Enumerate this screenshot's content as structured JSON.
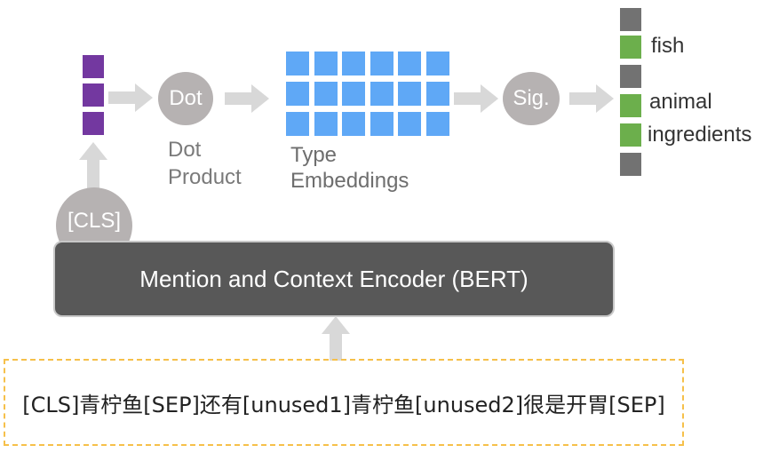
{
  "nodes": {
    "dot_circle": "Dot",
    "dot_label_line1": "Dot",
    "dot_label_line2": "Product",
    "type_label_line1": "Type",
    "type_label_line2": "Embeddings",
    "sig_circle": "Sig.",
    "cls_circle": "[CLS]"
  },
  "outputs": {
    "cells": [
      "grey",
      "green",
      "grey",
      "green",
      "green",
      "grey"
    ],
    "labels": [
      "fish",
      "animal",
      "ingredients"
    ]
  },
  "encoder": {
    "label": "Mention and Context Encoder (BERT)"
  },
  "input": {
    "text": "[CLS]青柠鱼[SEP]还有[unused1]青柠鱼[unused2]很是开胃[SEP]"
  },
  "colors": {
    "cls_vector": "#7338a0",
    "type_embeddings": "#5fa8f6",
    "output_negative": "#727272",
    "output_positive": "#6caf4c",
    "arrow": "#d8d8d8",
    "circle": "#b6b2b2",
    "encoder": "#585858",
    "input_border": "#f6c04a"
  }
}
